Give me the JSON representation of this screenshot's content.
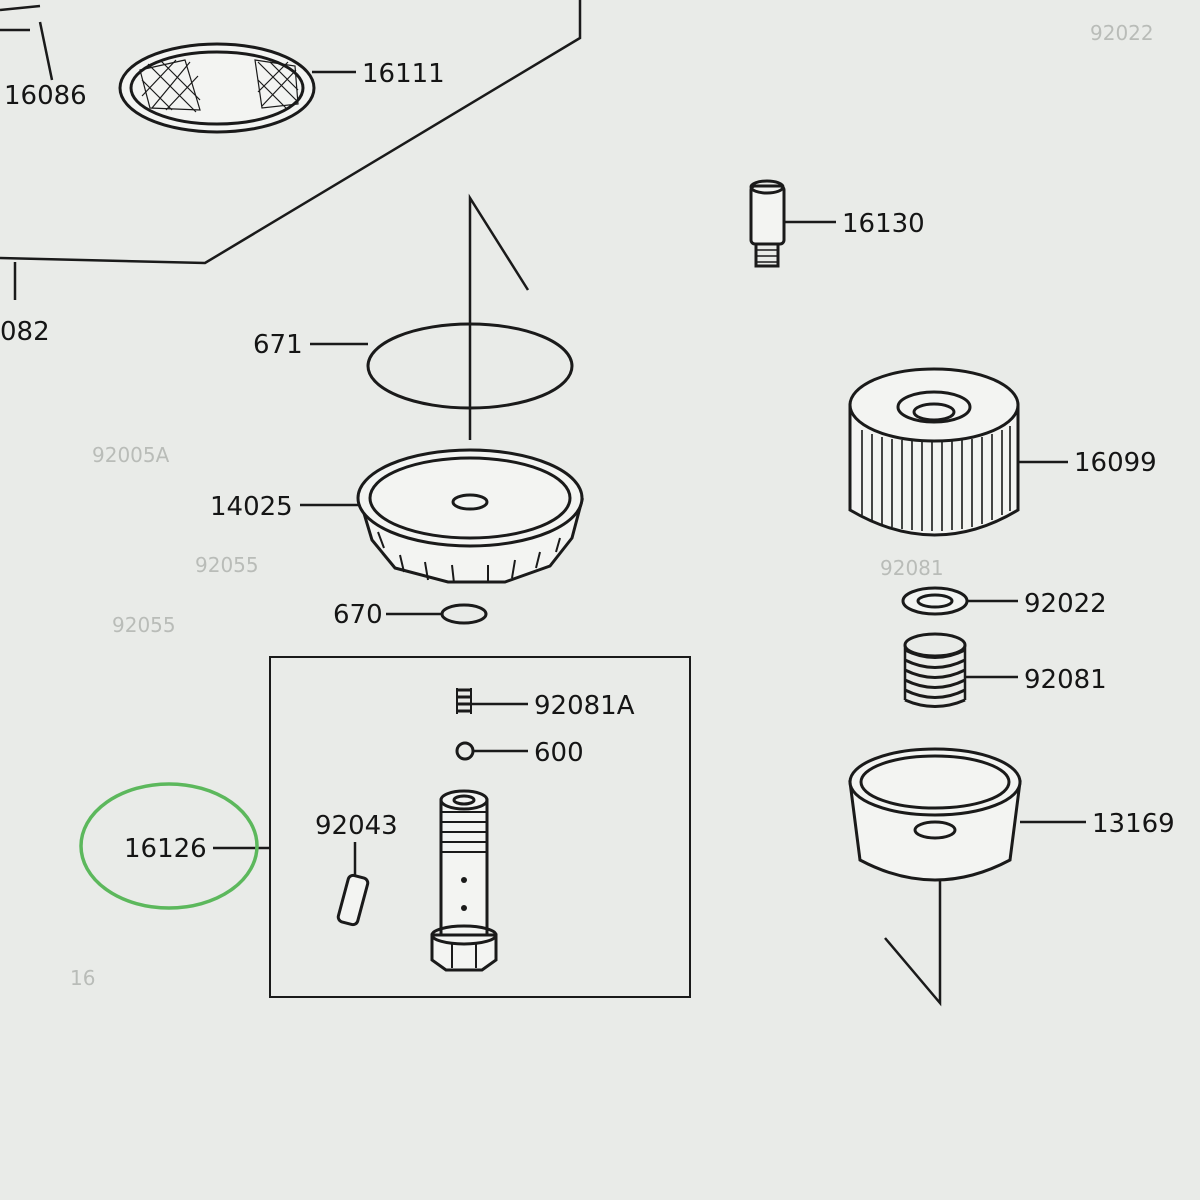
{
  "diagram": {
    "highlight_color": "#5cb85c",
    "background_color": "#e9ebe8",
    "labels": {
      "p16086": "16086",
      "p16111": "16111",
      "p082": "082",
      "p671": "671",
      "p16130": "16130",
      "p16099": "16099",
      "p14025": "14025",
      "p670": "670",
      "p92022": "92022",
      "p92081": "92081",
      "p92081A": "92081A",
      "p600": "600",
      "p92043": "92043",
      "p16126": "16126",
      "p13169": "13169"
    },
    "bleed_through": {
      "t1": "92022",
      "t2": "92005A",
      "t3": "92055",
      "t4": "92081",
      "t5": "92055",
      "t6": "16"
    }
  }
}
